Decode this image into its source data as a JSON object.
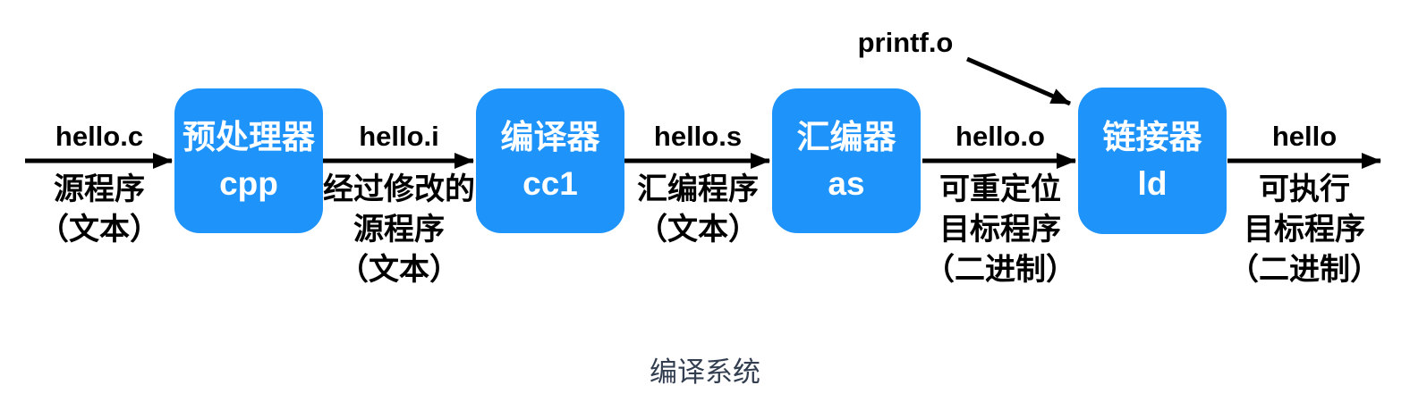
{
  "diagram": {
    "caption": "编译系统",
    "colors": {
      "box_fill": "#1E93FA",
      "box_text": "#FFFFFF",
      "arrow": "#000000",
      "label_text": "#000000",
      "caption_text": "#333F50"
    },
    "external_input": {
      "label": "printf.o",
      "target": "链接器"
    },
    "boxes": [
      {
        "title": "预处理器",
        "tool": "cpp"
      },
      {
        "title": "编译器",
        "tool": "cc1"
      },
      {
        "title": "汇编器",
        "tool": "as"
      },
      {
        "title": "链接器",
        "tool": "ld"
      }
    ],
    "edges": [
      {
        "file": "hello.c",
        "line1": "源程序",
        "line2": "（文本）"
      },
      {
        "file": "hello.i",
        "line1": "经过修改的",
        "line2": "源程序",
        "line3": "（文本）"
      },
      {
        "file": "hello.s",
        "line1": "汇编程序",
        "line2": "（文本）"
      },
      {
        "file": "hello.o",
        "line1": "可重定位",
        "line2": "目标程序",
        "line3": "（二进制）"
      },
      {
        "file": "hello",
        "line1": "可执行",
        "line2": "目标程序",
        "line3": "（二进制）"
      }
    ]
  }
}
